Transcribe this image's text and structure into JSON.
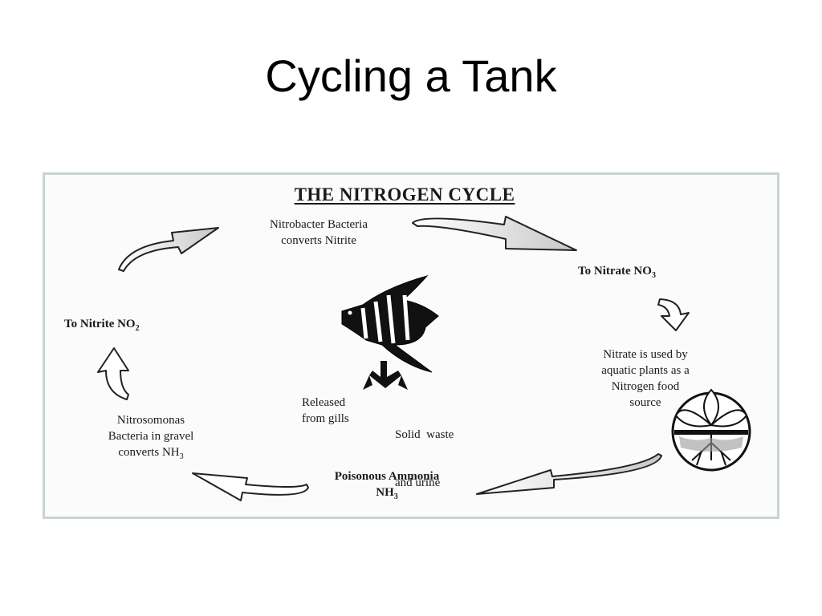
{
  "slide": {
    "title": "Cycling a Tank"
  },
  "diagram": {
    "heading": "THE NITROGEN CYCLE",
    "nitrobacter": [
      "Nitrobacter Bacteria",
      "converts Nitrite"
    ],
    "to_nitrate": {
      "text": "To Nitrate NO",
      "sub": "3"
    },
    "to_nitrite": {
      "text": "To Nitrite NO",
      "sub": "2"
    },
    "nitrate_use": [
      "Nitrate is used by",
      "aquatic plants as a",
      "Nitrogen food",
      "source"
    ],
    "released": [
      "Released",
      "from gills"
    ],
    "solid_waste": [
      "Solid  waste",
      "and urine"
    ],
    "nitrosomonas": {
      "lines": [
        "Nitrosomonas",
        "Bacteria in gravel"
      ],
      "last_text": "converts NH",
      "last_sub": "3"
    },
    "ammonia": {
      "line1": "Poisonous Ammonia",
      "line2_text": "NH",
      "line2_sub": "3"
    }
  },
  "icons": [
    "fish-icon",
    "plant-icon",
    "split-arrow-icon",
    "cycle-arrow-icon"
  ]
}
